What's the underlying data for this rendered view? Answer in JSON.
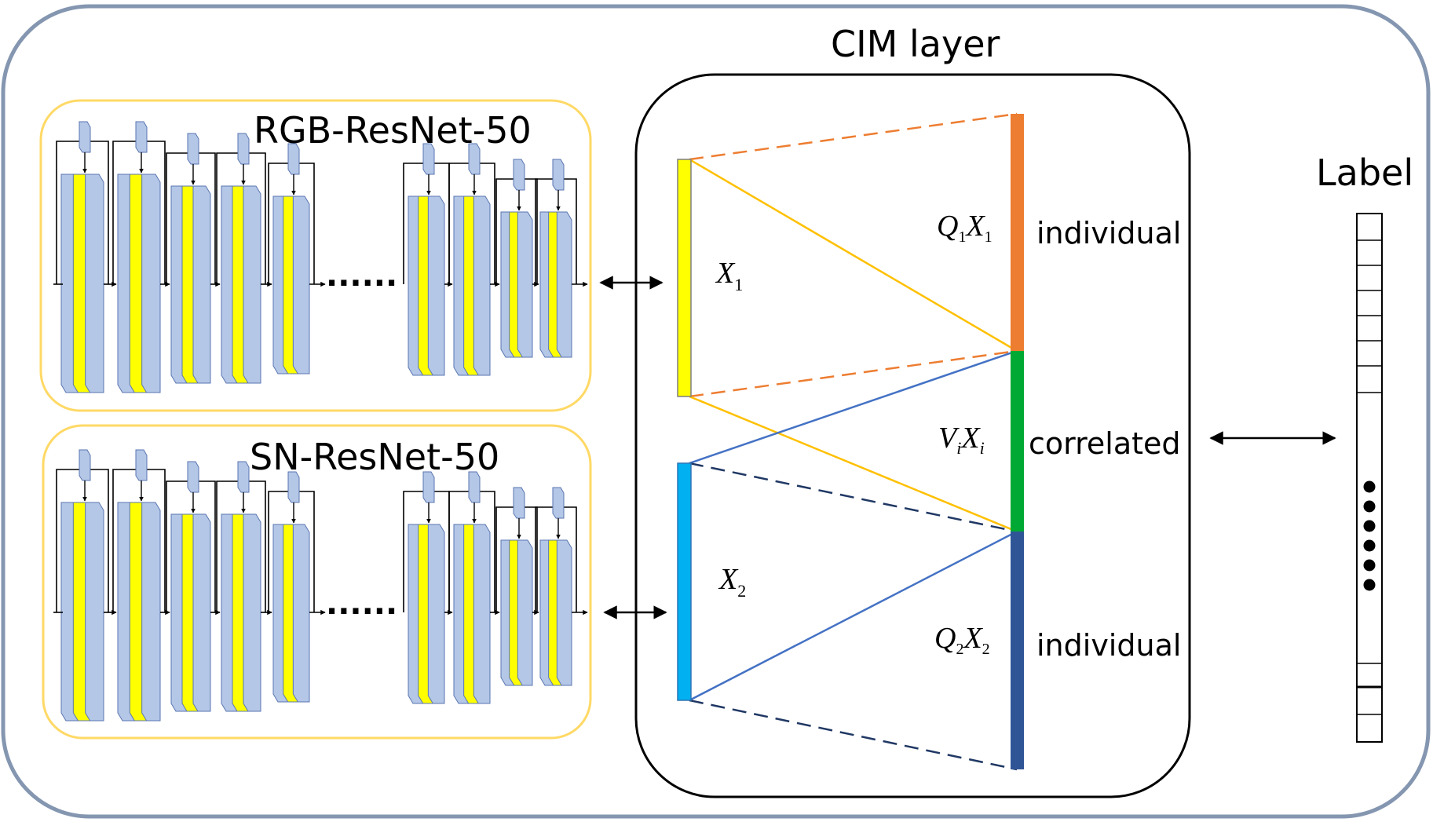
{
  "cim_title": "CIM layer",
  "rgb_title": "RGB-ResNet-50",
  "sn_title": "SN-ResNet-50",
  "ellipsis": "......",
  "label_title": "Label",
  "x1": {
    "main": "X",
    "sub": "1"
  },
  "x2": {
    "main": "X",
    "sub": "2"
  },
  "q1x1": {
    "q": "Q",
    "qsub": "1",
    "x": "X",
    "xsub": "1"
  },
  "vixi": {
    "q": "V",
    "qsub": "i",
    "x": "X",
    "xsub": "i"
  },
  "q2x2": {
    "q": "Q",
    "qsub": "2",
    "x": "X",
    "xsub": "2"
  },
  "individual_top": "individual",
  "correlated": "correlated",
  "individual_bottom": "individual",
  "colors": {
    "outer_border": "#8496b0",
    "branch_border": "#ffd966",
    "block_fill": "#b4c7e7",
    "block_edge": "#5a75b0",
    "block_center": "#ffff00",
    "x1_bar": "#ffff00",
    "x2_bar": "#00b0f0",
    "q1x1_bar": "#ed7d31",
    "vixi_bar": "#00a933",
    "q2x2_bar": "#2f5597",
    "line_yellow": "#ffc000",
    "line_blue": "#4472c4",
    "dash_orange": "#ed7d31",
    "dash_navy": "#203864"
  }
}
